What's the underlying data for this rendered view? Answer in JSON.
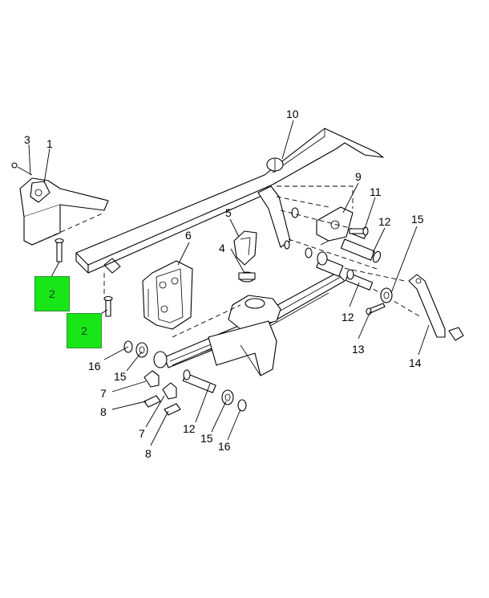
{
  "highlight_color": "#19e619",
  "callouts": [
    {
      "id": "c-10a",
      "text": "10"
    },
    {
      "id": "c-3",
      "text": "3"
    },
    {
      "id": "c-1",
      "text": "1"
    },
    {
      "id": "c-9",
      "text": "9"
    },
    {
      "id": "c-11",
      "text": "11"
    },
    {
      "id": "c-12a",
      "text": "12"
    },
    {
      "id": "c-15a",
      "text": "15"
    },
    {
      "id": "c-5",
      "text": "5"
    },
    {
      "id": "c-6",
      "text": "6"
    },
    {
      "id": "c-4",
      "text": "4"
    },
    {
      "id": "c-12b",
      "text": "12"
    },
    {
      "id": "c-13",
      "text": "13"
    },
    {
      "id": "c-14",
      "text": "14"
    },
    {
      "id": "c-16a",
      "text": "16"
    },
    {
      "id": "c-15b",
      "text": "15"
    },
    {
      "id": "c-7a",
      "text": "7"
    },
    {
      "id": "c-8a",
      "text": "8"
    },
    {
      "id": "c-7b",
      "text": "7"
    },
    {
      "id": "c-8b",
      "text": "8"
    },
    {
      "id": "c-12c",
      "text": "12"
    },
    {
      "id": "c-15c",
      "text": "15"
    },
    {
      "id": "c-16b",
      "text": "16"
    }
  ],
  "highlighted_callouts": [
    {
      "text": "2"
    },
    {
      "text": "2"
    }
  ]
}
